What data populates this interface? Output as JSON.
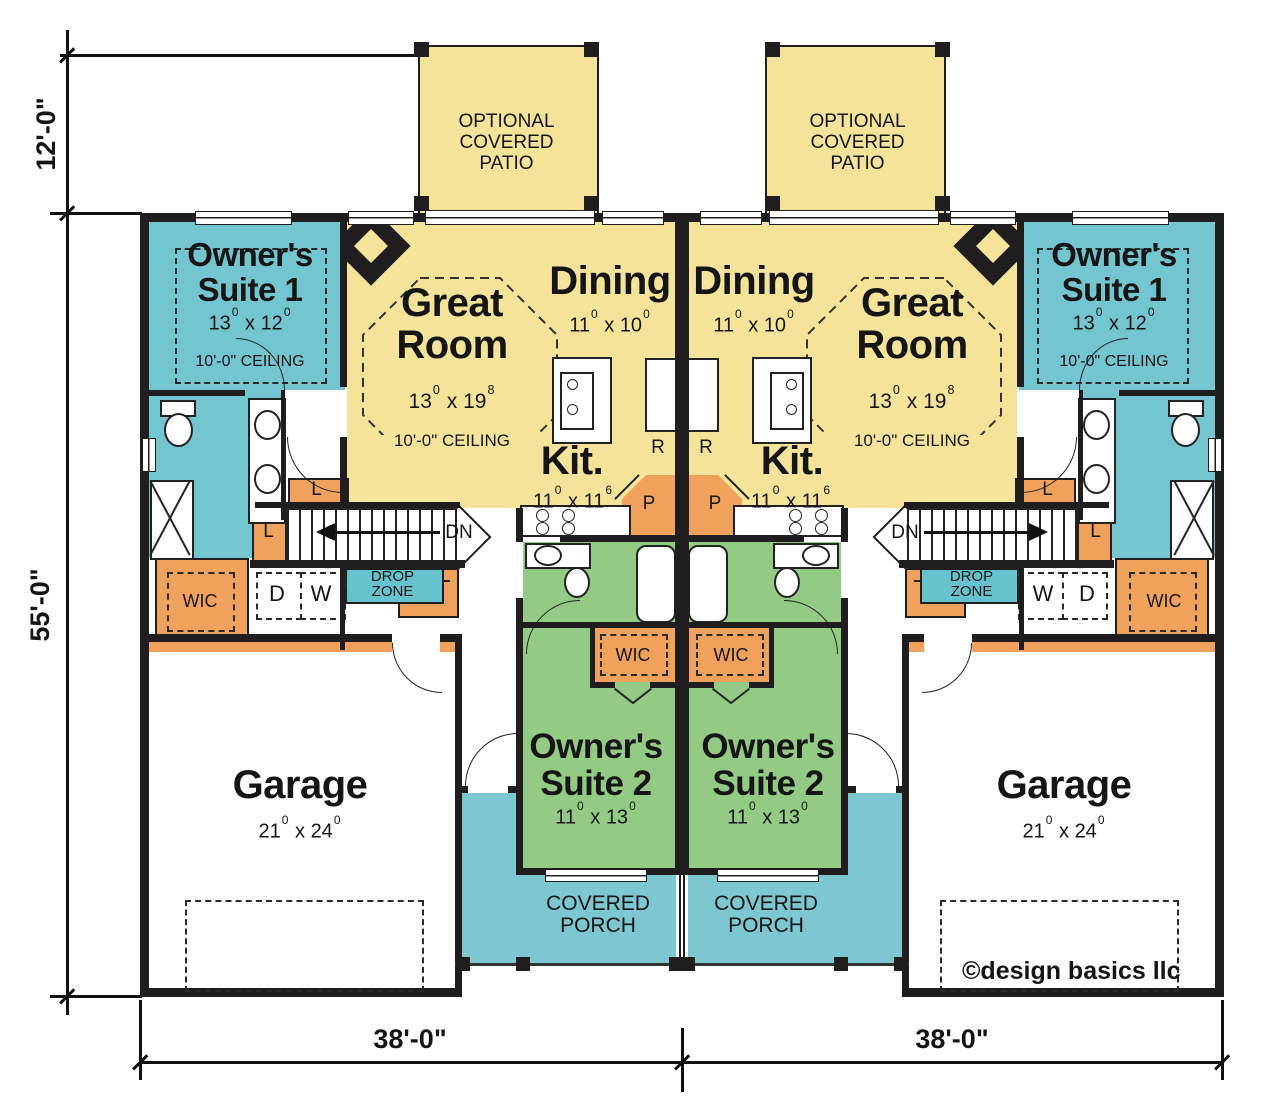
{
  "title": "Duplex floor plan",
  "colors": {
    "yellow": "#F5E39A",
    "teal": "#73C6CF",
    "porch": "#7DC7D0",
    "drop": "#66C3CD",
    "green": "#93CB85",
    "orange": "#F0A15B",
    "wall": "#201D1E"
  },
  "annotations": {
    "dim_patio_depth": "12'-0\"",
    "dim_main_depth": "55'-0\"",
    "dim_width_left": "38'-0\"",
    "dim_width_right": "38'-0\"",
    "copyright": "©design basics llc"
  },
  "unit": {
    "patio": {
      "line1": "OPTIONAL",
      "line2": "COVERED",
      "line3": "PATIO"
    },
    "suite1": {
      "name": "Owner's Suite 1",
      "size": {
        "a": "13",
        "as": "0",
        "x": " x ",
        "b": "12",
        "bs": "0"
      },
      "ceiling": "10'-0\" CEILING"
    },
    "great_room": {
      "name": "Great Room",
      "size": {
        "a": "13",
        "as": "0",
        "x": " x ",
        "b": "19",
        "bs": "8"
      },
      "ceiling": "10'-0\" CEILING"
    },
    "dining": {
      "name": "Dining",
      "size": {
        "a": "11",
        "as": "0",
        "x": " x ",
        "b": "10",
        "bs": "0"
      }
    },
    "kitchen": {
      "name": "Kit.",
      "size": {
        "a": "11",
        "as": "0",
        "x": " x ",
        "b": "11",
        "bs": "6"
      }
    },
    "suite2": {
      "name": "Owner's Suite 2",
      "size": {
        "a": "11",
        "as": "0",
        "x": " x ",
        "b": "13",
        "bs": "0"
      }
    },
    "garage": {
      "name": "Garage",
      "size": {
        "a": "21",
        "as": "0",
        "x": " x ",
        "b": "24",
        "bs": "0"
      }
    },
    "porch": {
      "line1": "COVERED",
      "line2": "PORCH"
    },
    "labels": {
      "dn": "DN",
      "linen": "L",
      "dryer": "D",
      "washer": "W",
      "fridge": "R",
      "pantry": "P",
      "wic": "WIC",
      "drop1": "DROP",
      "drop2": "ZONE"
    }
  }
}
